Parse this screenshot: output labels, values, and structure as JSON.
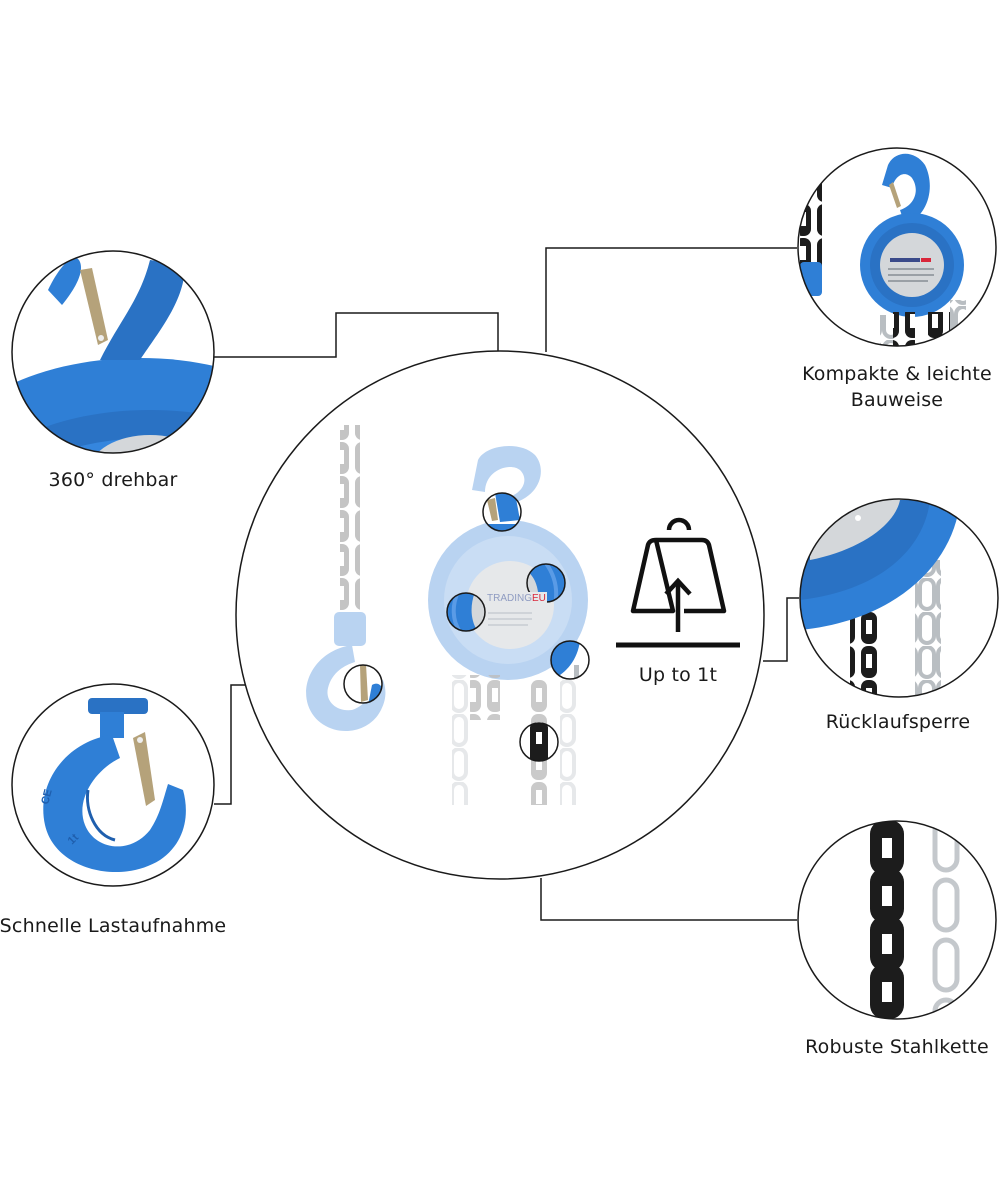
{
  "colors": {
    "line": "#1a1a1a",
    "hoist_blue": "#2f7fd6",
    "hoist_blue_dark": "#1f5fae",
    "hoist_faded": "#b9d3f1",
    "chain_dark": "#1c1c1c",
    "chain_silver": "#cfd3d6",
    "latch_gold": "#b5a27a",
    "plate_silver": "#d9dcdf",
    "brand_red": "#d9263a"
  },
  "center": {
    "capacity_label": "Up to 1t",
    "capacity_icon": "weight-lift-icon",
    "brand_plate": {
      "brand_main": "TRADING",
      "brand_accent": "EU"
    }
  },
  "features": [
    {
      "id": "swivel",
      "label": "360° drehbar",
      "icon": "hook-swivel-photo"
    },
    {
      "id": "compact",
      "label_line1": "Kompakte & leichte",
      "label_line2": "Bauweise",
      "icon": "chain-hoist-photo"
    },
    {
      "id": "brake",
      "label": "Rücklaufsperre",
      "icon": "hoist-housing-chain-photo"
    },
    {
      "id": "hook",
      "label": "Schnelle Lastaufnahme",
      "icon": "load-hook-photo",
      "hook_marks": [
        "CE",
        "1t"
      ]
    },
    {
      "id": "chain",
      "label": "Robuste Stahlkette",
      "icon": "steel-chain-photo"
    }
  ]
}
